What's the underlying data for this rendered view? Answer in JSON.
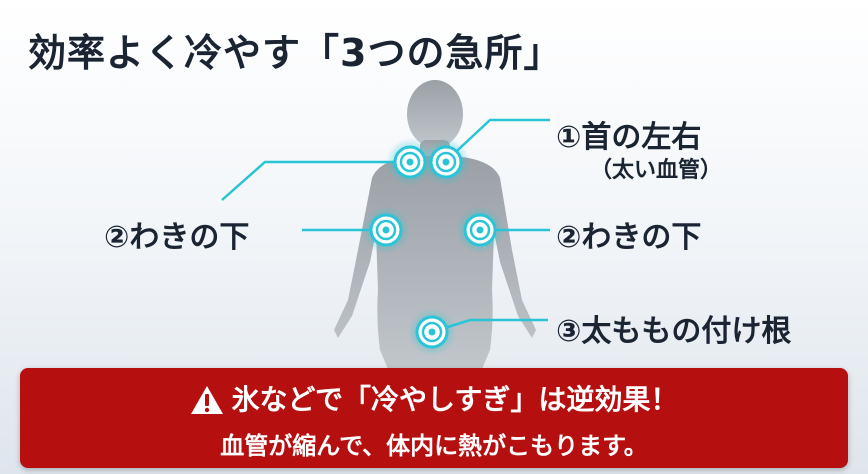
{
  "title": "効率よく冷やす「3つの急所」",
  "points": {
    "neck_label": "①首の左右",
    "neck_sub": "（太い血管）",
    "armpit_left_label": "②わきの下",
    "armpit_right_label": "②わきの下",
    "thigh_label": "③太ももの付け根"
  },
  "warning": {
    "line1": "氷などで「冷やしすぎ」は逆効果！",
    "line2": "血管が縮んで、体内に熱がこもります。",
    "icon": "warning-triangle-icon"
  },
  "colors": {
    "title": "#1a2433",
    "accent": "#29c4d6",
    "warning_bg": "#b50f10",
    "silhouette": "#a9aeb4"
  }
}
